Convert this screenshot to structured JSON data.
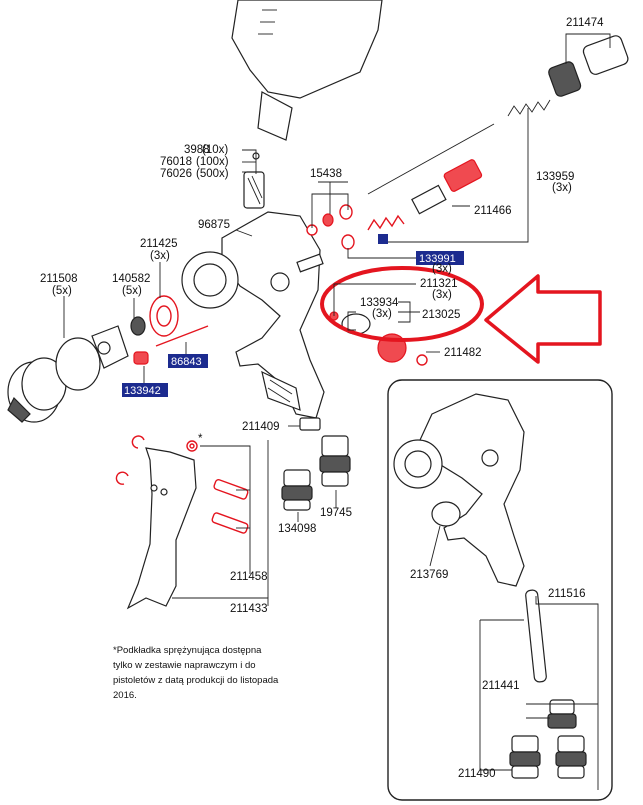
{
  "labels": {
    "p211474": "211474",
    "p3988": "3988",
    "p3988_qty": "(10x)",
    "p76018": "76018",
    "p76018_qty": "(100x)",
    "p76026": "76026",
    "p76026_qty": "(500x)",
    "p15438": "15438",
    "p133959": "133959",
    "p133959_qty": "(3x)",
    "p211466": "211466",
    "p96875": "96875",
    "p211425": "211425",
    "p211425_qty": "(3x)",
    "p211508": "211508",
    "p211508_qty": "(5x)",
    "p140582": "140582",
    "p140582_qty": "(5x)",
    "p133991": "133991",
    "p133991_qty": "(3x)",
    "p211321": "211321",
    "p211321_qty": "(3x)",
    "p133934": "133934",
    "p133934_qty": "(3x)",
    "p213025": "213025",
    "p86843": "86843",
    "p133942": "133942",
    "p211482": "211482",
    "p211409": "211409",
    "p19745": "19745",
    "p134098": "134098",
    "p211458": "211458",
    "p211433": "211433",
    "p213769": "213769",
    "p211516": "211516",
    "p211441": "211441",
    "p211490": "211490",
    "asterisk": "*"
  },
  "note_lines": [
    "*Podkładka sprężynująca dostępna",
    "tylko w zestawie naprawczym i do",
    "pistoletów z datą produkcji do listopada",
    "2016."
  ],
  "colors": {
    "highlight_box": "#1c2b8f",
    "accent_red": "#e4151f",
    "line": "#222222"
  }
}
